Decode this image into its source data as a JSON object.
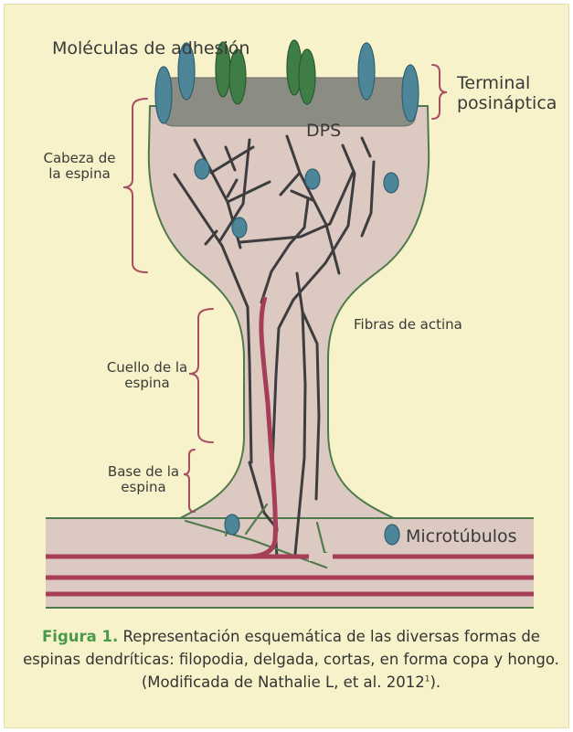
{
  "colors": {
    "panel_background": "#f7f2c9",
    "spine_fill": "#dcc9c1",
    "spine_outline": "#4f7a4c",
    "psd_fill": "#8b8c84",
    "adhesion_blue": "#4d8599",
    "adhesion_green": "#3f7d46",
    "actin": "#3d3d3f",
    "microtubule": "#a63e58",
    "bracket": "#a84d63",
    "caption_label": "#4a9a4c"
  },
  "labels": {
    "adhesion_molecules": "Moléculas de adhesión",
    "postsynaptic_terminal": "Terminal posináptica",
    "psd": "DPS",
    "spine_head": "Cabeza de la espina",
    "actin_fibers": "Fibras de actina",
    "spine_neck": "Cuello de la espina",
    "spine_base": "Base de la espina",
    "microtubules": "Microtúbulos"
  },
  "caption": {
    "label": "Figura 1.",
    "text": " Representación esquemática de las diversas formas de espinas dendríticas: filopodia, delgada, cortas, en forma copa y hongo. (Modificada de Nathalie L, et al. 2012",
    "superscript": "1",
    "suffix": ")."
  }
}
